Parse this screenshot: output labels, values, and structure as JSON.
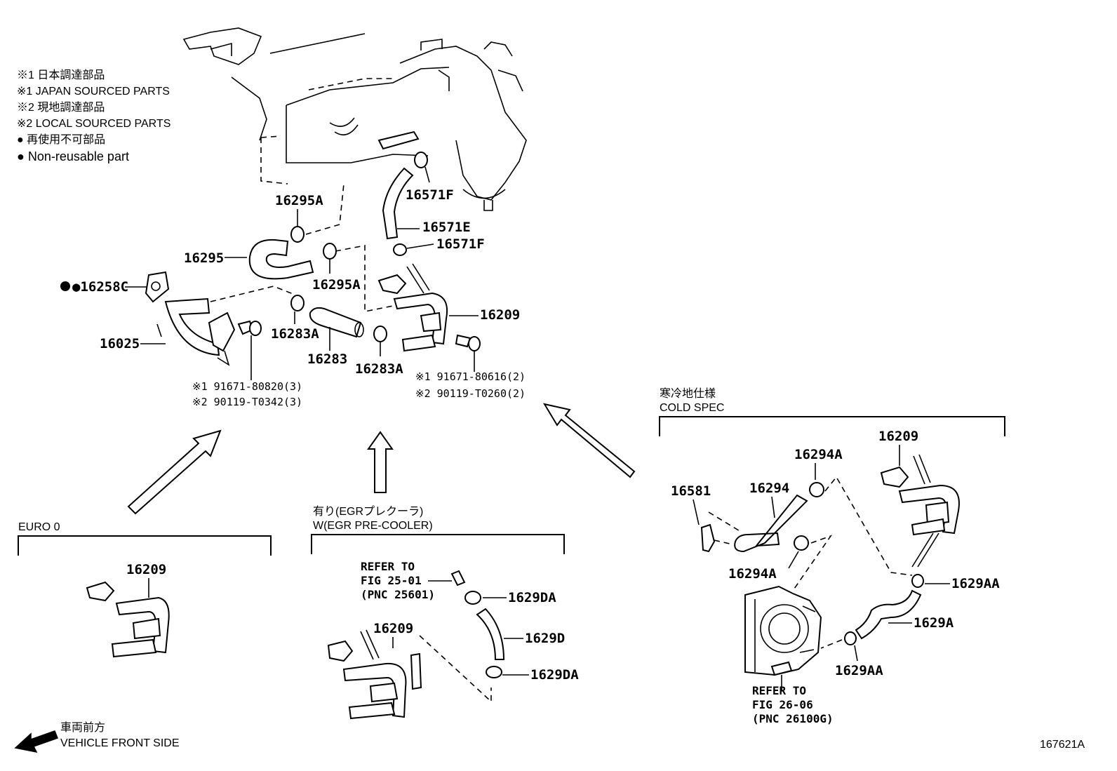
{
  "legend": {
    "line1": "※1 日本調達部品",
    "line2": "※1 JAPAN SOURCED PARTS",
    "line3": "※2 現地調達部品",
    "line4": "※2 LOCAL SOURCED PARTS",
    "line5": "● 再使用不可部品",
    "line6": "● Non-reusable part"
  },
  "main_parts": {
    "p16295A_top": "16295A",
    "p16295": "16295",
    "p16295A_bot": "16295A",
    "p16258C": "●16258C",
    "p16025": "16025",
    "p16283A_left": "16283A",
    "p16283": "16283",
    "p16283A_right": "16283A",
    "p16571F_top": "16571F",
    "p16571E": "16571E",
    "p16571F_bot": "16571F",
    "p16209": "16209",
    "bolt_left_1": "※1 91671-80820(3)",
    "bolt_left_2": "※2 90119-T0342(3)",
    "bolt_right_1": "※1 91671-80616(2)",
    "bolt_right_2": "※2 90119-T0260(2)"
  },
  "euro": {
    "header": "EURO 0",
    "p16209": "16209"
  },
  "egr": {
    "header_jp": "有り(EGRプレクーラ)",
    "header_en": "W(EGR PRE-COOLER)",
    "refer_1": "REFER TO",
    "refer_2": "FIG 25-01",
    "refer_3": "(PNC 25601)",
    "p1629DA_top": "1629DA",
    "p1629D": "1629D",
    "p1629DA_bot": "1629DA",
    "p16209": "16209"
  },
  "cold": {
    "header_jp": "寒冷地仕様",
    "header_en": "COLD SPEC",
    "p16209": "16209",
    "p16294A_top": "16294A",
    "p16294": "16294",
    "p16581": "16581",
    "p16294A_bot": "16294A",
    "p1629AA_top": "1629AA",
    "p1629A": "1629A",
    "p1629AA_bot": "1629AA",
    "refer_1": "REFER TO",
    "refer_2": "FIG 26-06",
    "refer_3": "(PNC 26100G)"
  },
  "footer": {
    "front_jp": "車両前方",
    "front_en": "VEHICLE FRONT SIDE",
    "fig_id": "167621A"
  }
}
